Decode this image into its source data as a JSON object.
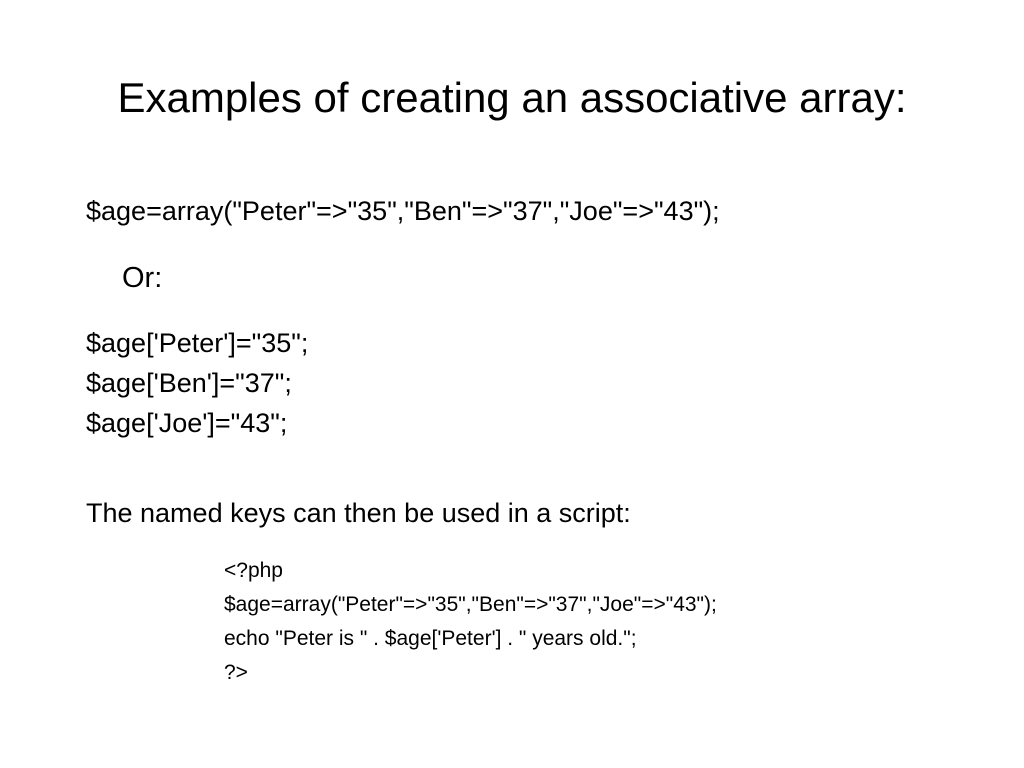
{
  "slide": {
    "title": "Examples of creating an associative array:",
    "example1": "$age=array(\"Peter\"=>\"35\",\"Ben\"=>\"37\",\"Joe\"=>\"43\");",
    "or_label": "Or:",
    "example2_lines": [
      "$age['Peter']=\"35\";",
      " $age['Ben']=\"37\";",
      " $age['Joe']=\"43\";"
    ],
    "intro": "The named keys can then be used in a script:",
    "script_lines": [
      "<?php",
      " $age=array(\"Peter\"=>\"35\",\"Ben\"=>\"37\",\"Joe\"=>\"43\");",
      " echo \"Peter is \" . $age['Peter'] . \" years old.\";",
      " ?>"
    ]
  }
}
